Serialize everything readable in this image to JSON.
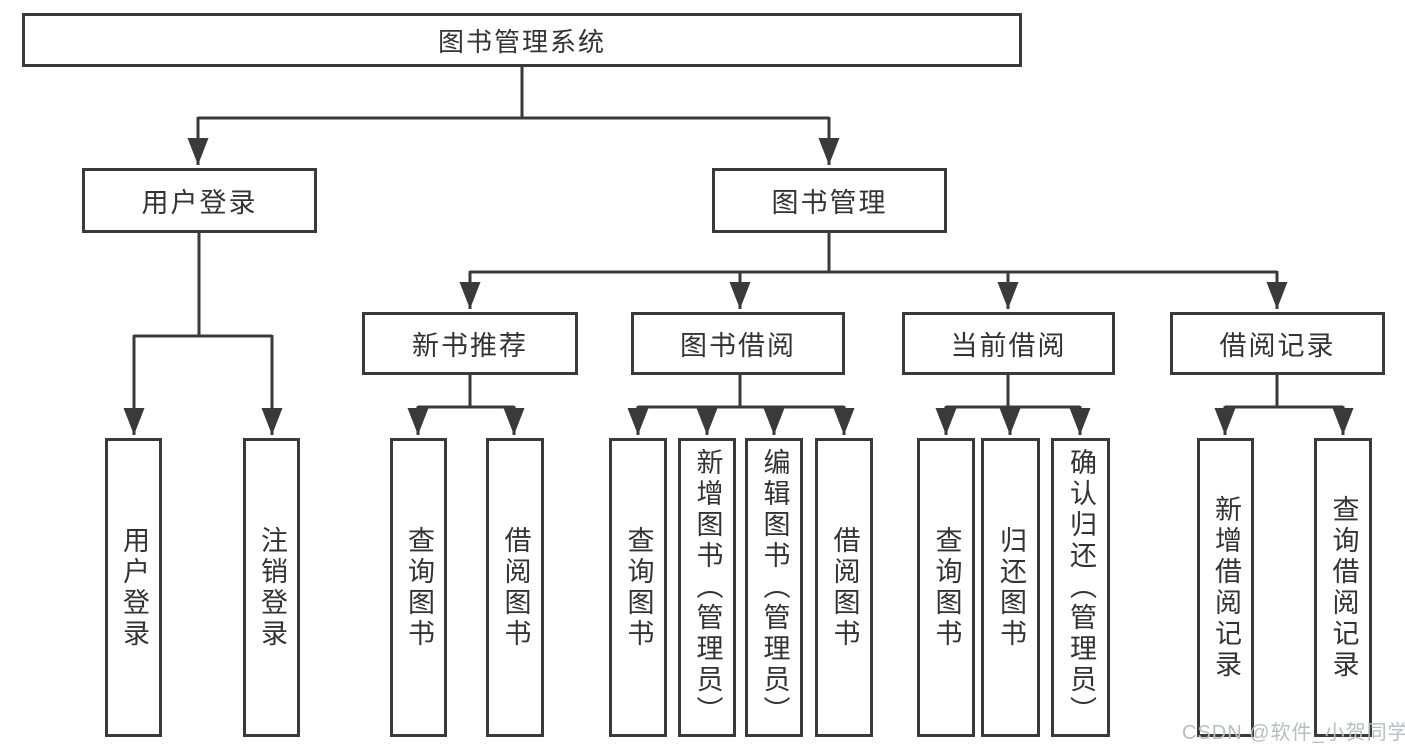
{
  "diagram_title": "图书管理系统",
  "tree": {
    "root": {
      "label": "图书管理系统"
    },
    "branches": [
      {
        "label": "用户登录",
        "children": [
          {
            "label": "用户登录"
          },
          {
            "label": "注销登录"
          }
        ]
      },
      {
        "label": "图书管理",
        "children": [
          {
            "label": "新书推荐",
            "children": [
              {
                "label": "查询图书"
              },
              {
                "label": "借阅图书"
              }
            ]
          },
          {
            "label": "图书借阅",
            "children": [
              {
                "label": "查询图书"
              },
              {
                "label": "新增图书（管理员）"
              },
              {
                "label": "编辑图书（管理员）"
              },
              {
                "label": "借阅图书"
              }
            ]
          },
          {
            "label": "当前借阅",
            "children": [
              {
                "label": "查询图书"
              },
              {
                "label": "归还图书"
              },
              {
                "label": "确认归还（管理员）"
              }
            ]
          },
          {
            "label": "借阅记录",
            "children": [
              {
                "label": "新增借阅记录"
              },
              {
                "label": "查询借阅记录"
              }
            ]
          }
        ]
      }
    ]
  },
  "watermark": "CSDN @软件_小贺同学",
  "colors": {
    "line": "#3a3a3a",
    "text": "#333333",
    "watermark": "#b9bdc3",
    "background": "#ffffff"
  }
}
